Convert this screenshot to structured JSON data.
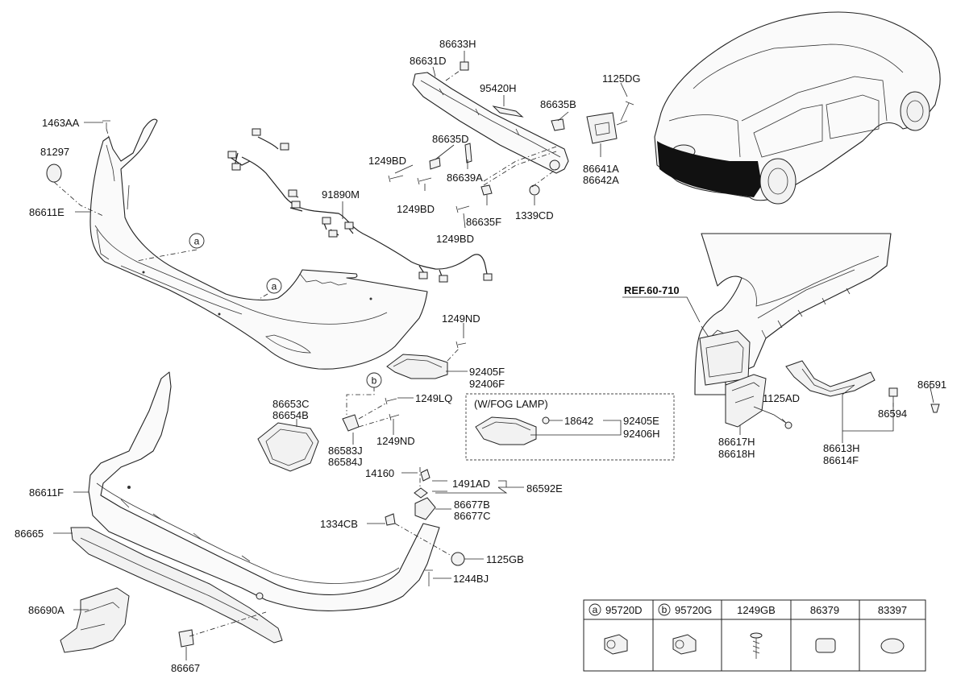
{
  "diagram": {
    "labels": {
      "p86633H": "86633H",
      "p86631D": "86631D",
      "p95420H": "95420H",
      "p1125DG": "1125DG",
      "p86635B": "86635B",
      "p1463AA": "1463AA",
      "p81297": "81297",
      "p86635D": "86635D",
      "p1249BD_a": "1249BD",
      "p86639A": "86639A",
      "p86641A": "86641A",
      "p86642A": "86642A",
      "p1249BD_b": "1249BD",
      "p91890M": "91890M",
      "p86635F": "86635F",
      "p1339CD": "1339CD",
      "p86611E": "86611E",
      "p1249BD_c": "1249BD",
      "pREF": "REF.60-710",
      "p1249ND_a": "1249ND",
      "p92405F": "92405F",
      "p92406F": "92406F",
      "p86591": "86591",
      "p86653C": "86653C",
      "p86654B": "86654B",
      "p1249LQ": "1249LQ",
      "pWFOG": "(W/FOG LAMP)",
      "p1125AD": "1125AD",
      "p18642": "18642",
      "p92405E": "92405E",
      "p92406H": "92406H",
      "p86594": "86594",
      "p1249ND_b": "1249ND",
      "p86583J": "86583J",
      "p86584J": "86584J",
      "p86617H": "86617H",
      "p86618H": "86618H",
      "p86613H": "86613H",
      "p86614F": "86614F",
      "p14160": "14160",
      "p1491AD": "1491AD",
      "p86592E": "86592E",
      "p86611F": "86611F",
      "p86677B": "86677B",
      "p86677C": "86677C",
      "p1334CB": "1334CB",
      "p86665": "86665",
      "p1125GB": "1125GB",
      "p1244BJ": "1244BJ",
      "p86690A": "86690A",
      "p86667": "86667",
      "callout_a1": "a",
      "callout_a2": "a",
      "callout_b": "b"
    },
    "legend": {
      "headers": [
        "a",
        "95720D",
        "b",
        "95720G",
        "1249GB",
        "86379",
        "83397"
      ]
    }
  }
}
